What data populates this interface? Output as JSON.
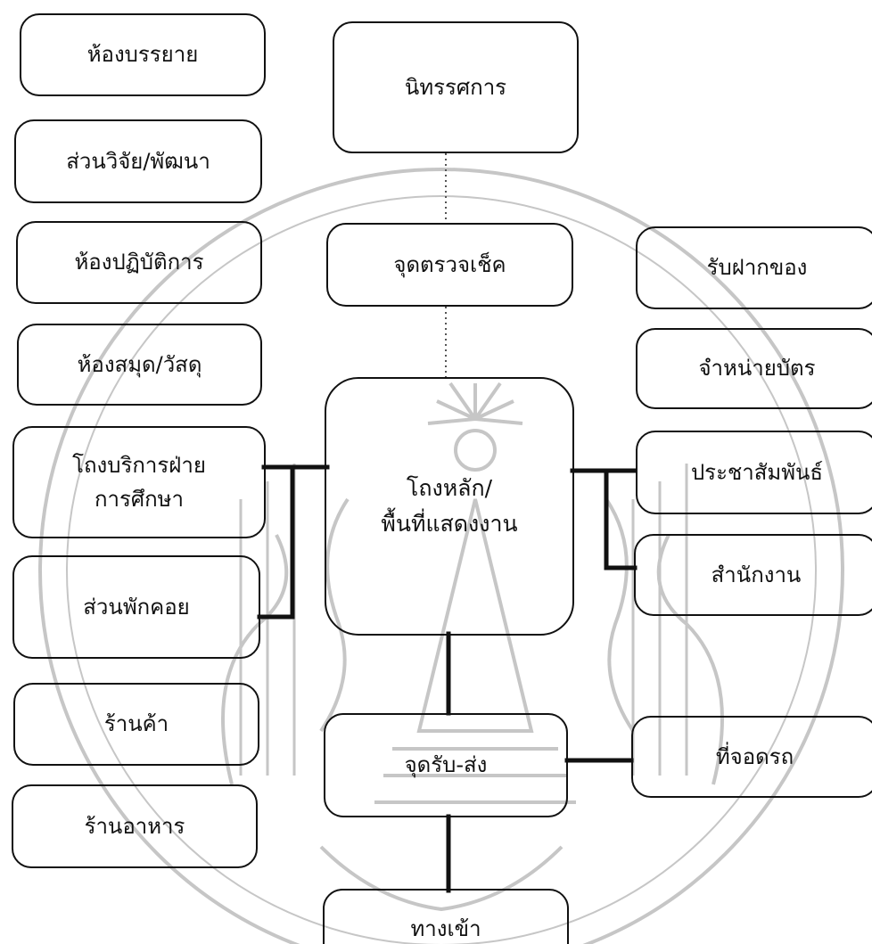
{
  "nodes": {
    "lecture_room": "ห้องบรรยาย",
    "research_dev": "ส่วนวิจัย/พัฒนา",
    "laboratory": "ห้องปฏิบัติการ",
    "library": "ห้องสมุด/วัสดุ",
    "education_hall": "โถงบริการฝ่าย\nการศึกษา",
    "rest_area": "ส่วนพักคอย",
    "shop": "ร้านค้า",
    "restaurant": "ร้านอาหาร",
    "exhibition": "นิทรรศการ",
    "checkpoint": "จุดตรวจเช็ค",
    "main_hall": "โถงหลัก/\nพื้นที่แสดงงาน",
    "drop_off": "จุดรับ-ส่ง",
    "entrance": "ทางเข้า",
    "deposit": "รับฝากของ",
    "ticket": "จำหน่ายบัตร",
    "pr": "ประชาสัมพันธ์",
    "office": "สำนักงาน",
    "parking": "ที่จอดรถ"
  },
  "colors": {
    "ink": "#111111",
    "watermark": "#b9b9b9"
  }
}
